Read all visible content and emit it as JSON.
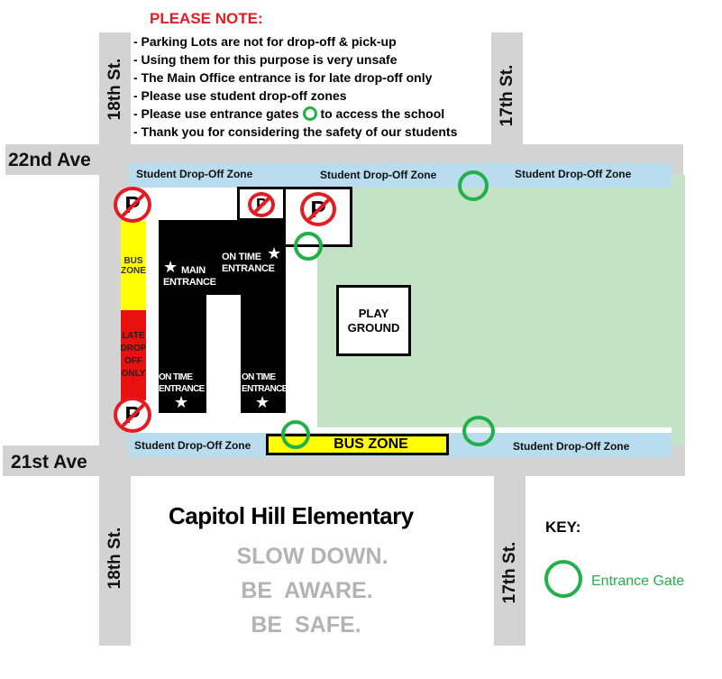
{
  "notice": {
    "title": "PLEASE NOTE:",
    "lines": [
      "- Parking Lots are not for drop-off & pick-up",
      "- Using them for this purpose is very unsafe",
      "- The Main Office entrance is for late drop-off only",
      "- Please use student drop-off zones",
      "- Please use entrance gates",
      "to access the school",
      "- Thank you for considering the safety of our students"
    ]
  },
  "streets": {
    "avenue_north": "22nd Ave",
    "avenue_south": "21st Ave",
    "street_west": "18th St.",
    "street_east": "17th St."
  },
  "zones": {
    "dropoff_label": "Student Drop-Off Zone",
    "bus_zone_side": [
      "BUS",
      "ZONE"
    ],
    "late_dropoff": [
      "LATE",
      "DROP",
      "OFF",
      "ONLY"
    ],
    "bus_zone_bottom": "BUS ZONE",
    "playground": [
      "PLAY",
      "GROUND"
    ],
    "no_parking_glyph": "P"
  },
  "building": {
    "main_entrance": [
      "MAIN",
      "ENTRANCE"
    ],
    "on_time_entrance": [
      "ON TIME",
      "ENTRANCE"
    ],
    "star": "★"
  },
  "school": {
    "name": "Capitol Hill Elementary",
    "slogan": [
      "SLOW DOWN.",
      "BE  AWARE.",
      "BE  SAFE."
    ]
  },
  "key": {
    "title": "KEY:",
    "entries": [
      {
        "label": "Entrance Gate",
        "color": "#22b04b"
      }
    ]
  },
  "colors": {
    "road": "#d3d3d3",
    "dropoff": "#b9dcef",
    "field": "#c3e2c6",
    "bus_zone": "#ffff00",
    "late_zone": "#e8110f",
    "gate": "#22b04b",
    "no_parking": "#e31b23"
  }
}
